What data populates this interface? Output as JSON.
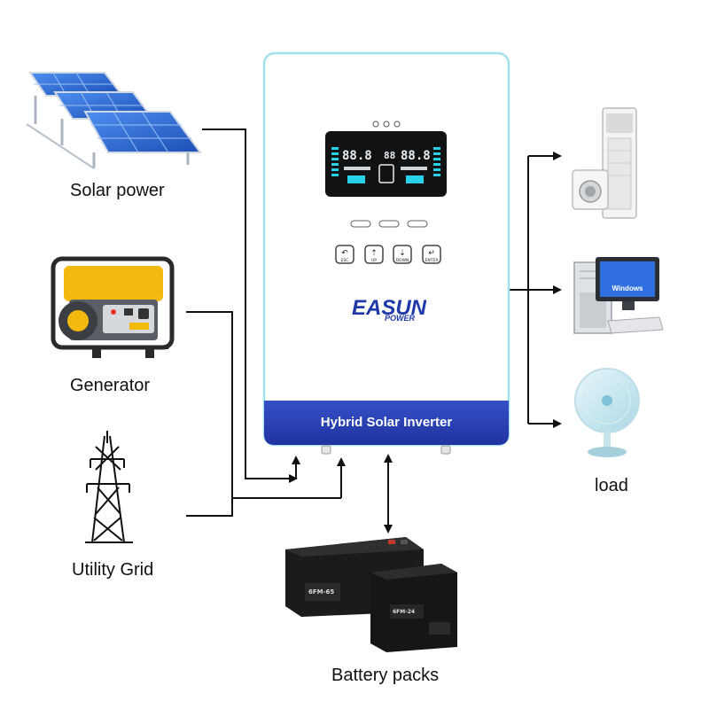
{
  "sources": {
    "solar": "Solar power",
    "generator": "Generator",
    "grid": "Utility Grid"
  },
  "inverter": {
    "brand_main": "EASUN",
    "brand_sub": "POWER",
    "band_label": "Hybrid Solar Inverter",
    "lcd_digits_left": "88.8",
    "lcd_digits_right": "88.8",
    "lcd_digits_mid": "88",
    "buttons": [
      "ESC",
      "UP",
      "DOWN",
      "ENTER"
    ]
  },
  "battery": {
    "label": "Battery packs",
    "big_model": "6FM-65",
    "small_model": "6FM-24"
  },
  "load": {
    "label": "load",
    "pc_screen_text": "Windows"
  },
  "colors": {
    "inverter_band": "#2a3fb0",
    "inverter_border": "#9fe3ee",
    "lcd_accent": "#28d2e8",
    "solar_blue": "#2f6fd6",
    "generator_yellow": "#f2b90f",
    "battery_black": "#1b1b1b"
  }
}
